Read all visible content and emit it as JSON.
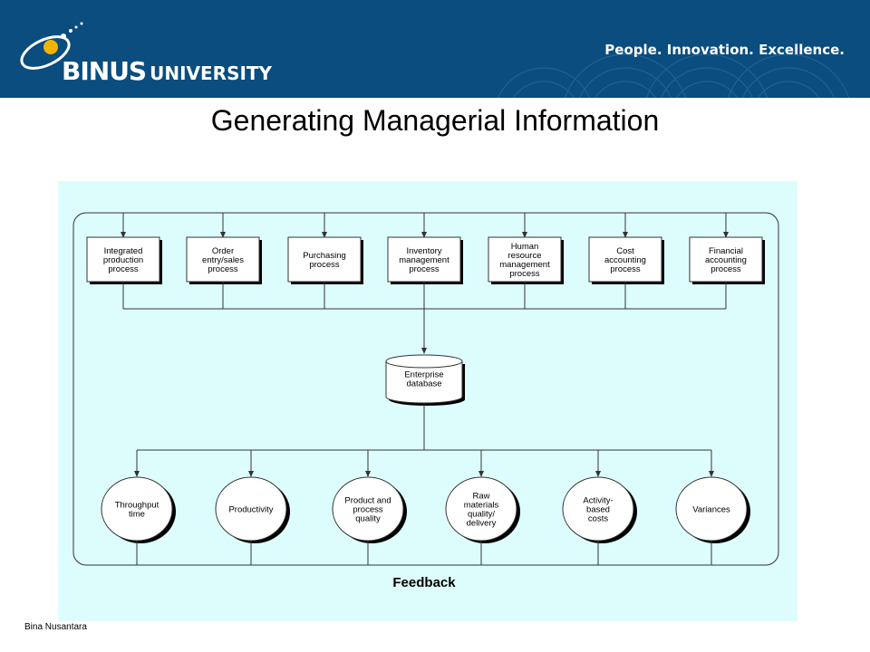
{
  "header": {
    "logo_main": "BINUS",
    "logo_sub": "UNIVERSITY",
    "tagline": "People. Innovation. Excellence."
  },
  "title": "Generating Managerial Information",
  "processes": [
    {
      "lines": [
        "Integrated",
        "production",
        "process"
      ]
    },
    {
      "lines": [
        "Order",
        "entry/sales",
        "process"
      ]
    },
    {
      "lines": [
        "Purchasing",
        "process"
      ]
    },
    {
      "lines": [
        "Inventory",
        "management",
        "process"
      ]
    },
    {
      "lines": [
        "Human",
        "resource",
        "management",
        "process"
      ]
    },
    {
      "lines": [
        "Cost",
        "accounting",
        "process"
      ]
    },
    {
      "lines": [
        "Financial",
        "accounting",
        "process"
      ]
    }
  ],
  "database": {
    "lines": [
      "Enterprise",
      "database"
    ]
  },
  "outputs": [
    {
      "lines": [
        "Throughput",
        "time"
      ]
    },
    {
      "lines": [
        "Productivity"
      ]
    },
    {
      "lines": [
        "Product and",
        "process",
        "quality"
      ]
    },
    {
      "lines": [
        "Raw",
        "materials",
        "quality/",
        "delivery"
      ]
    },
    {
      "lines": [
        "Activity-",
        "based",
        "costs"
      ]
    },
    {
      "lines": [
        "Variances"
      ]
    }
  ],
  "feedback_label": "Feedback",
  "footer": "Bina Nusantara",
  "colors": {
    "header": "#0a4d7e",
    "diagram_bg": "#ddfdfd",
    "logo_accent": "#f3b400"
  }
}
